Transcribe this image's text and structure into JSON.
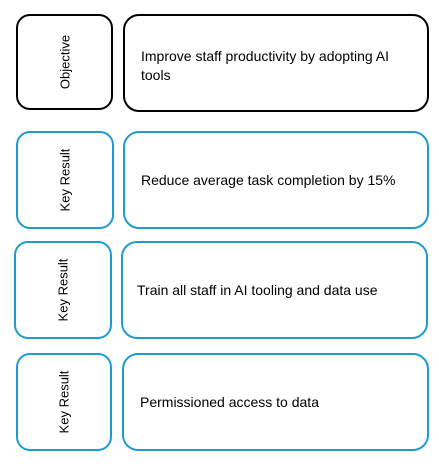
{
  "objective": {
    "label": "Objective",
    "text": "Improve staff productivity by adopting AI tools"
  },
  "key_results": [
    {
      "label": "Key Result",
      "text": "Reduce average task completion by 15%"
    },
    {
      "label": "Key Result",
      "text": "Train all staff in AI tooling and data use"
    },
    {
      "label": "Key Result",
      "text": "Permissioned access to data"
    }
  ],
  "colors": {
    "objective_border": "#000000",
    "key_result_border": "#1f9bcf"
  }
}
